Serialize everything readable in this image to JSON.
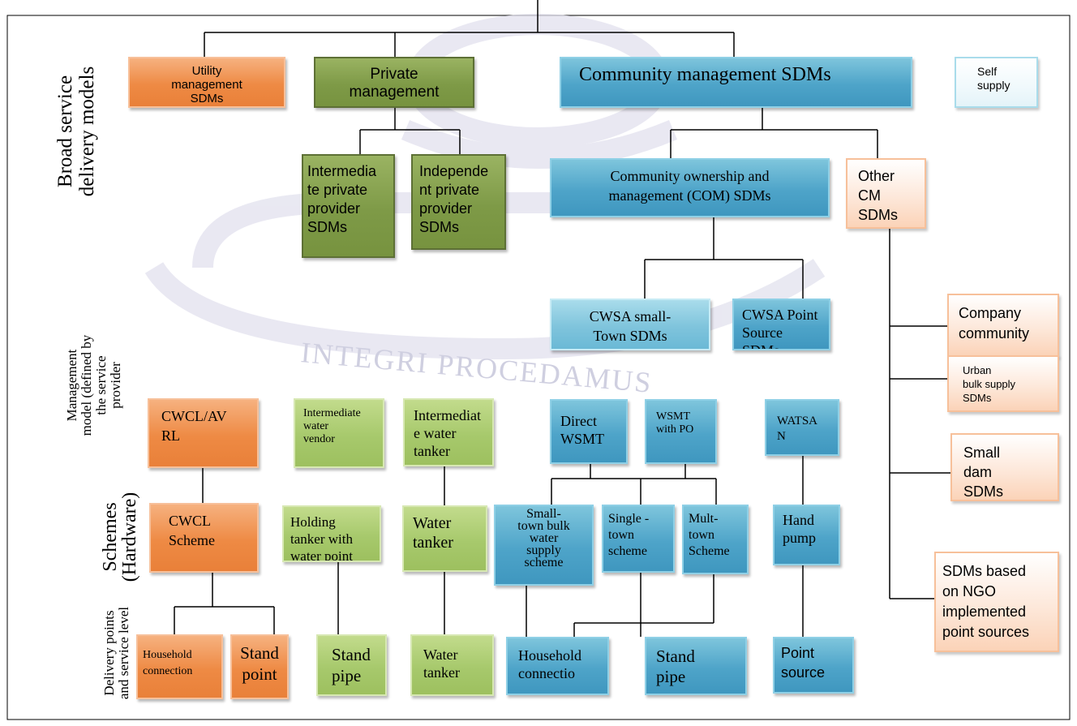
{
  "row_labels": {
    "broad": [
      "Broad service",
      "delivery models"
    ],
    "management": [
      "Management",
      "model (defined by",
      "the service",
      "provider"
    ],
    "schemes": [
      "Schemes",
      "(Hardware)"
    ],
    "delivery": [
      "Delivery points",
      "and service level"
    ]
  },
  "boxes": {
    "utility": "Utility\nmanagement\nSDMs",
    "private": "Private\nmanagement",
    "community": "Community management SDMs",
    "self_supply": "Self\nsupply",
    "intermediate_private": "Intermedia\nte private\nprovider\nSDMs",
    "independent_private": "Independe\nnt private\nprovider\nSDMs",
    "com": "Community ownership and\nmanagement (COM) SDMs",
    "other_cm": "Other\nCM\nSDMs",
    "cwsa_small_town": "CWSA small-\nTown SDMs",
    "cwsa_point_source": "CWSA Point\nSource\nSDMs",
    "company_community": "Company\ncommunity\n...",
    "urban_bulk": "Urban\nbulk supply\nSDMs",
    "small_dam": "Small\ndam\nSDMs",
    "ngo_sdms": "SDMs based\non NGO\nimplemented\npoint sources",
    "cwcl_avrl": "CWCL/AV\nRL",
    "intermediate_vendor": "Intermediate\nwater\nvendor",
    "intermediate_tanker": "Intermediat\ne water\ntanker",
    "direct_wsmt": "Direct\nWSMT",
    "wsmt_po": "WSMT\nwith PO",
    "watsan": "WATSA\nN",
    "cwcl_scheme": "CWCL\nScheme",
    "holding_tanker": "Holding\ntanker with\nwater point",
    "water_tanker_scheme": "Water\ntanker",
    "small_town_bulk": "Small-\ntown bulk\nwater\nsupply\nscheme",
    "single_town": "Single -\ntown\nscheme",
    "multi_town": "Mult-\ntown\nScheme",
    "hand_pump": "Hand\npump",
    "household_connection_orange": "Household\nconnection",
    "stand_point": "Stand\npoint",
    "stand_pipe_green": "Stand\npipe",
    "water_tanker_delivery": "Water\ntanker",
    "household_connection_blue": "Household\nconnectio",
    "stand_pipe_blue": "Stand\npipe",
    "point_source": "Point\nsource"
  },
  "watermark": "INTEGRI PROCEDAMUS",
  "colors": {
    "orange": "#ee8a44",
    "olive": "#7e9a47",
    "lime": "#a7c96c",
    "blue": "#4ea4c9",
    "light_blue": "#7fc4dc",
    "peach": "#fbd3b8",
    "watermark": "#cfcfe0"
  }
}
